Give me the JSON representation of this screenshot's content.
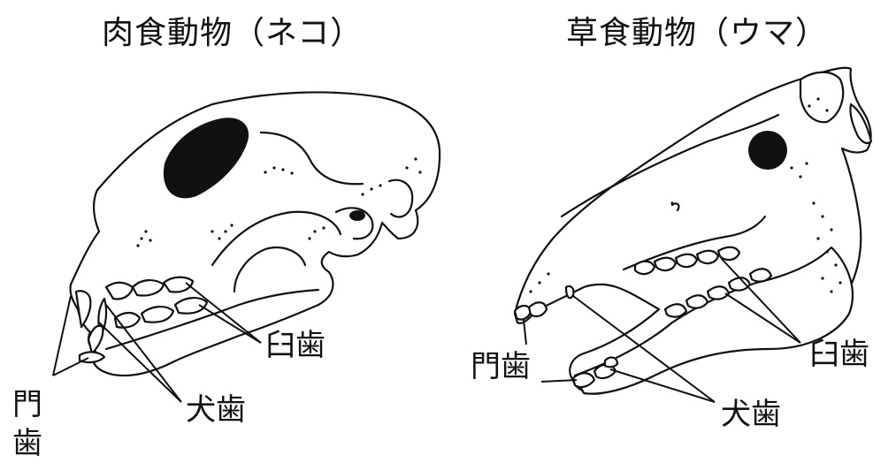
{
  "cat": {
    "title": "肉食動物（ネコ）",
    "labels": {
      "molar": "臼歯",
      "canine": "犬歯",
      "incisor": "門歯"
    }
  },
  "horse": {
    "title": "草食動物（ウマ）",
    "labels": {
      "incisor": "門歯",
      "canine": "犬歯",
      "molar": "臼歯"
    }
  }
}
